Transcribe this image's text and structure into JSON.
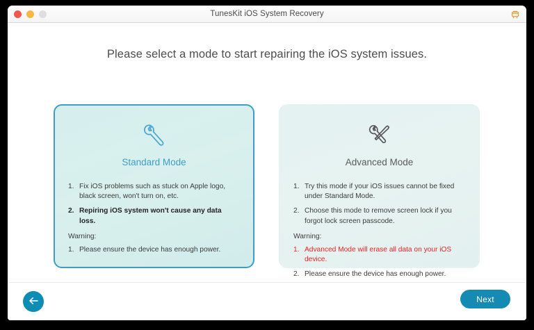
{
  "window": {
    "title": "TunesKit iOS System Recovery",
    "traffic_lights": [
      "close",
      "minimize",
      "zoom"
    ],
    "cart_icon": "shopping-cart-icon",
    "accent_color": "#158bb3",
    "selected_card_border": "#3d9ec4",
    "danger_color": "#ee2222"
  },
  "heading": "Please select a mode to start repairing the iOS system issues.",
  "cards": [
    {
      "id": "standard",
      "title": "Standard Mode",
      "icon": "wrench-icon",
      "selected": true,
      "points": [
        {
          "num": "1.",
          "text": "Fix iOS problems such as stuck on Apple logo, black screen, won't turn on, etc.",
          "style": "normal"
        },
        {
          "num": "2.",
          "text": "Repiring iOS system won't cause any data loss.",
          "style": "bold"
        }
      ],
      "warning_label": "Warning:",
      "warnings": [
        {
          "num": "1.",
          "text": "Please ensure the device has enough power.",
          "style": "normal"
        }
      ]
    },
    {
      "id": "advanced",
      "title": "Advanced Mode",
      "icon": "wrench-screwdriver-cross-icon",
      "selected": false,
      "points": [
        {
          "num": "1.",
          "text": "Try this mode if your iOS issues cannot be fixed under Standard Mode.",
          "style": "normal"
        },
        {
          "num": "2.",
          "text": "Choose this mode to remove screen lock if you forgot lock screen passcode.",
          "style": "normal"
        }
      ],
      "warning_label": "Warning:",
      "warnings": [
        {
          "num": "1.",
          "text": "Advanced Mode will erase all data on your iOS device.",
          "style": "danger"
        },
        {
          "num": "2.",
          "text": "Please ensure the device has enough power.",
          "style": "normal"
        }
      ]
    }
  ],
  "footer": {
    "back_icon": "arrow-left-icon",
    "next_label": "Next"
  }
}
